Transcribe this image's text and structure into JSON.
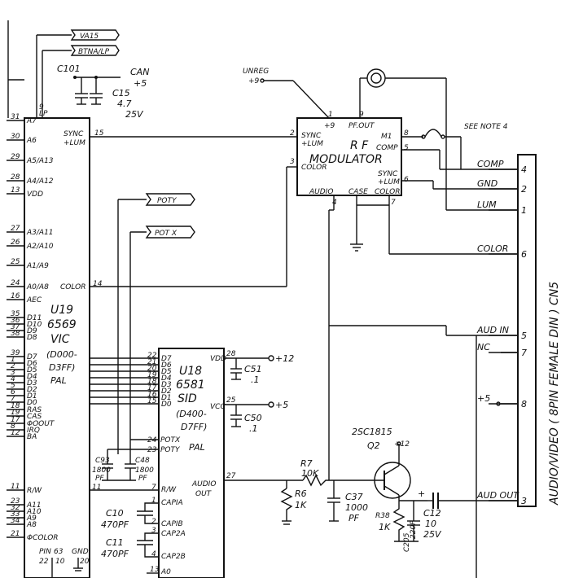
{
  "nets": {
    "va15": "VA15",
    "btna_lp": "BTNA/LP",
    "can_5": "CAN",
    "can_5v": "+5",
    "unreg": "UNREG",
    "unreg_9": "+9",
    "pot_y": "POTY",
    "pot_x": "POT X",
    "see_note": "SEE NOTE 4",
    "plus12_a": "+12",
    "plus5_a": "+5",
    "plus12_b": "+12"
  },
  "u19": {
    "ref": "U19",
    "part": "6569",
    "name": "VIC",
    "addr1": "(D000-",
    "addr2": "D3FF)",
    "variant": "PAL",
    "pin_lp": "LP",
    "pin_sync": "SYNC",
    "pin_lum": "+LUM",
    "pin_color": "COLOR",
    "left_pins": [
      {
        "num": "31",
        "name": "A7"
      },
      {
        "num": "30",
        "name": "A6"
      },
      {
        "num": "29",
        "name": "A5/A13"
      },
      {
        "num": "28",
        "name": "A4/A12"
      },
      {
        "num": "13",
        "name": "VDD"
      },
      {
        "num": "27",
        "name": "A3/A11"
      },
      {
        "num": "26",
        "name": "A2/A10"
      },
      {
        "num": "25",
        "name": "A1/A9"
      },
      {
        "num": "24",
        "name": "A0/A8"
      },
      {
        "num": "16",
        "name": "AEC"
      },
      {
        "num": "35",
        "name": "D11"
      },
      {
        "num": "36",
        "name": "D10"
      },
      {
        "num": "37",
        "name": "D9"
      },
      {
        "num": "38",
        "name": "D8"
      },
      {
        "num": "39",
        "name": "D7"
      },
      {
        "num": "1",
        "name": "D6"
      },
      {
        "num": "2",
        "name": "D5"
      },
      {
        "num": "3",
        "name": "D4"
      },
      {
        "num": "4",
        "name": "D3"
      },
      {
        "num": "5",
        "name": "D2"
      },
      {
        "num": "6",
        "name": "D1"
      },
      {
        "num": "7",
        "name": "D0"
      },
      {
        "num": "18",
        "name": "RAS"
      },
      {
        "num": "19",
        "name": "CAS"
      },
      {
        "num": "17",
        "name": "ΦOOUT"
      },
      {
        "num": "8",
        "name": "IRQ"
      },
      {
        "num": "12",
        "name": "BA"
      },
      {
        "num": "11",
        "name": "R/W"
      },
      {
        "num": "23",
        "name": "A11"
      },
      {
        "num": "32",
        "name": "A10"
      },
      {
        "num": "33",
        "name": "A9"
      },
      {
        "num": "34",
        "name": "A8"
      },
      {
        "num": "21",
        "name": "ΦCOLOR"
      }
    ],
    "pin9": "9",
    "pin15": "15",
    "pin14": "14",
    "pin22": "22",
    "pin10": "10",
    "pin20": "20",
    "pin_pin": "PIN",
    "pin_63": "63",
    "pin_gnd": "GND"
  },
  "u18": {
    "ref": "U18",
    "part": "6581",
    "name": "SID",
    "addr1": "(D400-",
    "addr2": "D7FF)",
    "variant": "PAL",
    "vdd": "VDD",
    "vcc": "VCC",
    "pin28": "28",
    "pin25": "25",
    "pin27": "27",
    "left_pins": [
      {
        "num": "22",
        "name": "D7"
      },
      {
        "num": "21",
        "name": "D6"
      },
      {
        "num": "20",
        "name": "D5"
      },
      {
        "num": "19",
        "name": "D4"
      },
      {
        "num": "18",
        "name": "D3"
      },
      {
        "num": "17",
        "name": "D2"
      },
      {
        "num": "16",
        "name": "D1"
      },
      {
        "num": "15",
        "name": "D0"
      }
    ],
    "potx_num": "24",
    "potx": "POTX",
    "poty_num": "23",
    "poty": "POTY",
    "rw_num": "7",
    "rw": "R/W",
    "capia_num": "1",
    "capia": "CAPIA",
    "capib_num": "2",
    "capib": "CAPIB",
    "cap2a_num": "3",
    "cap2a": "CAP2A",
    "cap2b_num": "4",
    "cap2b": "CAP2B",
    "a0_num": "13",
    "a0": "A0",
    "pin11": "11",
    "audio_out1": "AUDIO",
    "audio_out2": "OUT"
  },
  "rf": {
    "title1": "R F",
    "title2": "MODULATOR",
    "plus_in": "+9",
    "pf_out": "PF.OUT",
    "m1": "M1",
    "comp": "COMP",
    "sync": "SYNC",
    "lum": "+LUM",
    "color": "COLOR",
    "audio": "AUDIO",
    "case": "CASE",
    "color_b": "COLOR",
    "sync_r": "SYNC",
    "lum_r": "+LUM",
    "p1": "1",
    "p9": "9",
    "p2": "2",
    "p3": "3",
    "p8": "8",
    "p5": "5",
    "p6": "6",
    "p4": "4",
    "p7": "7"
  },
  "parts": {
    "c101": "C101",
    "c15": "C15",
    "c15_val": "4.7",
    "c15_v": "25V",
    "c51": "C51",
    "c51_val": ".1",
    "c50": "C50",
    "c50_val": ".1",
    "c93": "C93",
    "c93_val": "1800",
    "c93_unit": "PF",
    "c48": "C48",
    "c48_val": "1800",
    "c48_unit": "PF",
    "c10": "C10",
    "c10_val": "470PF",
    "c11": "C11",
    "c11_val": "470PF",
    "r7": "R7",
    "r7_val": "10K",
    "r6": "R6",
    "r6_val": "1K",
    "c37": "C37",
    "c37_val": "1000",
    "c37_unit": "PF",
    "q2_type": "2SC1815",
    "q2": "Q2",
    "r38": "R38",
    "r38_val": "1K",
    "c205": "C205",
    "c205_val": "220P",
    "c12": "C12",
    "c12_val": "10",
    "c12_v": "25V",
    "c12_label": "C12"
  },
  "connector": {
    "title": "AUDIO/VIDEO ( 8PIN FEMALE DIN ) CN5",
    "pins": [
      {
        "label": "COMP",
        "num": "4"
      },
      {
        "label": "GND",
        "num": "2"
      },
      {
        "label": "LUM",
        "num": "1"
      },
      {
        "label": "COLOR",
        "num": "6"
      },
      {
        "label": "AUD IN",
        "num": "5"
      },
      {
        "label": "NC",
        "num": "7"
      },
      {
        "label": "+5",
        "num": "8"
      },
      {
        "label": "AUD OUT",
        "num": "3"
      }
    ]
  }
}
